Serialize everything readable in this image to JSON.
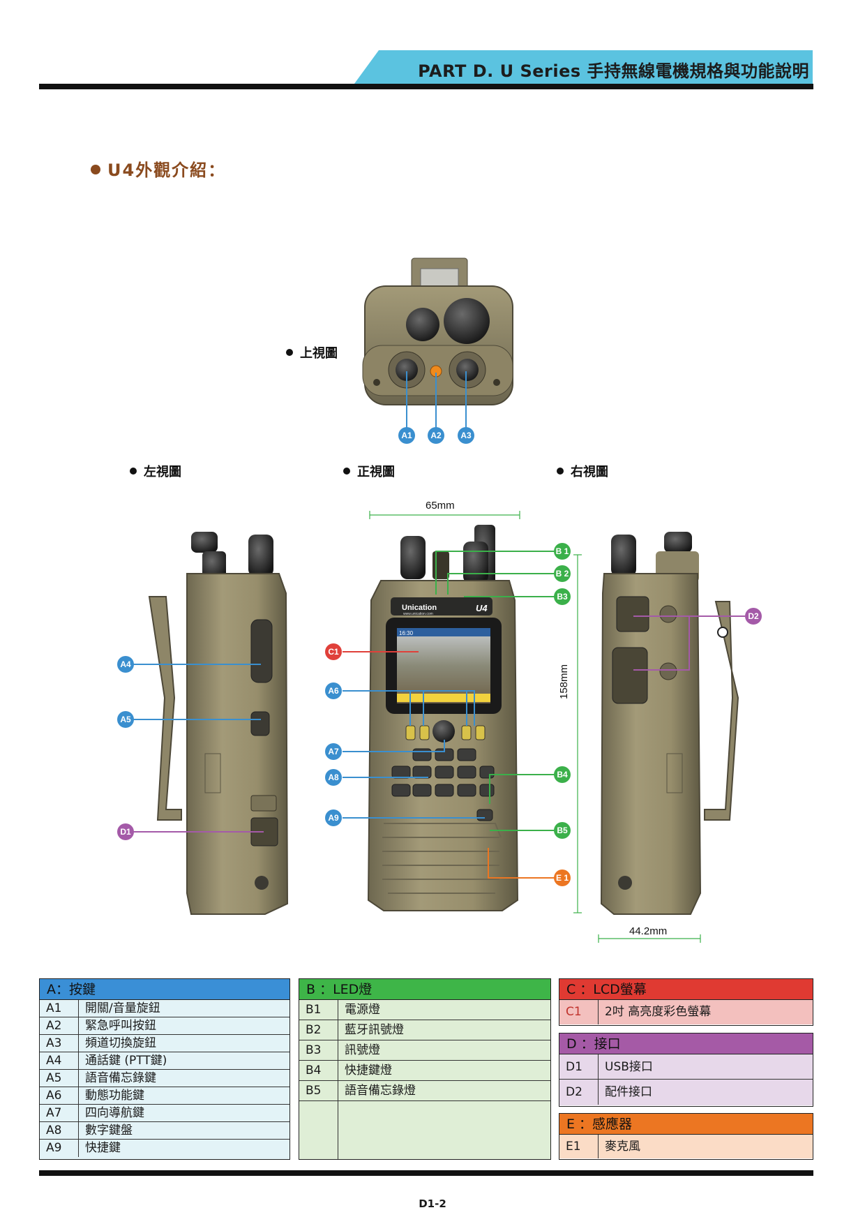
{
  "header": {
    "title": "PART D. U Series 手持無線電機規格與功能說明"
  },
  "section": {
    "title": "U4外觀介紹："
  },
  "views": {
    "top": "上視圖",
    "left": "左視圖",
    "front": "正視圖",
    "right": "右視圖"
  },
  "dimensions": {
    "width": "65mm",
    "height": "158mm",
    "depth": "44.2mm"
  },
  "device": {
    "brand": "Unication",
    "website": "www.unication.com",
    "model": "U4",
    "screen_time": "16:30"
  },
  "callouts": {
    "A1": "A1",
    "A2": "A2",
    "A3": "A3",
    "A4": "A4",
    "A5": "A5",
    "A6": "A6",
    "A7": "A7",
    "A8": "A8",
    "A9": "A9",
    "B1": "B 1",
    "B2": "B 2",
    "B3": "B3",
    "B4": "B4",
    "B5": "B5",
    "C1": "C1",
    "D1": "D1",
    "D2": "D2",
    "E1": "E 1"
  },
  "colors": {
    "blue": "#3a8fcf",
    "green": "#3bb04a",
    "red": "#e0403a",
    "purple": "#a45aa8",
    "orange": "#ec7622",
    "header_band": "#5bc3e0",
    "section_brown": "#8a4a1e"
  },
  "tables": {
    "A": {
      "title": "A：按鍵",
      "header_color": "#3a8fd6",
      "body_color": "#e3f3f7",
      "rows": [
        {
          "key": "A1",
          "value": "開關/音量旋鈕"
        },
        {
          "key": "A2",
          "value": "緊急呼叫按鈕"
        },
        {
          "key": "A3",
          "value": "頻道切換旋鈕"
        },
        {
          "key": "A4",
          "value": "通話鍵 (PTT鍵)"
        },
        {
          "key": "A5",
          "value": "語音備忘錄鍵"
        },
        {
          "key": "A6",
          "value": "動態功能鍵"
        },
        {
          "key": "A7",
          "value": "四向導航鍵"
        },
        {
          "key": "A8",
          "value": "數字鍵盤"
        },
        {
          "key": "A9",
          "value": "快捷鍵"
        }
      ]
    },
    "B": {
      "title": "B ：LED燈",
      "header_color": "#3eb548",
      "body_color": "#dfeed6",
      "rows": [
        {
          "key": "B1",
          "value": "電源燈"
        },
        {
          "key": "B2",
          "value": "藍牙訊號燈"
        },
        {
          "key": "B3",
          "value": "訊號燈"
        },
        {
          "key": "B4",
          "value": "快捷鍵燈"
        },
        {
          "key": "B5",
          "value": "語音備忘錄燈"
        }
      ]
    },
    "C": {
      "title": "C ：LCD螢幕",
      "header_color": "#e03a32",
      "body_color": "#f3c0be",
      "rows": [
        {
          "key": "C1",
          "value": "2吋 高亮度彩色螢幕"
        }
      ]
    },
    "D": {
      "title": "D ：接口",
      "header_color": "#a55aa6",
      "body_color": "#e7d8ea",
      "rows": [
        {
          "key": "D1",
          "value": "USB接口"
        },
        {
          "key": "D2",
          "value": "配件接口"
        }
      ]
    },
    "E": {
      "title": "E ：感應器",
      "header_color": "#ec7622",
      "body_color": "#fbdcc6",
      "rows": [
        {
          "key": "E1",
          "value": "麥克風"
        }
      ]
    }
  },
  "footer": {
    "page_number": "D1-2"
  }
}
